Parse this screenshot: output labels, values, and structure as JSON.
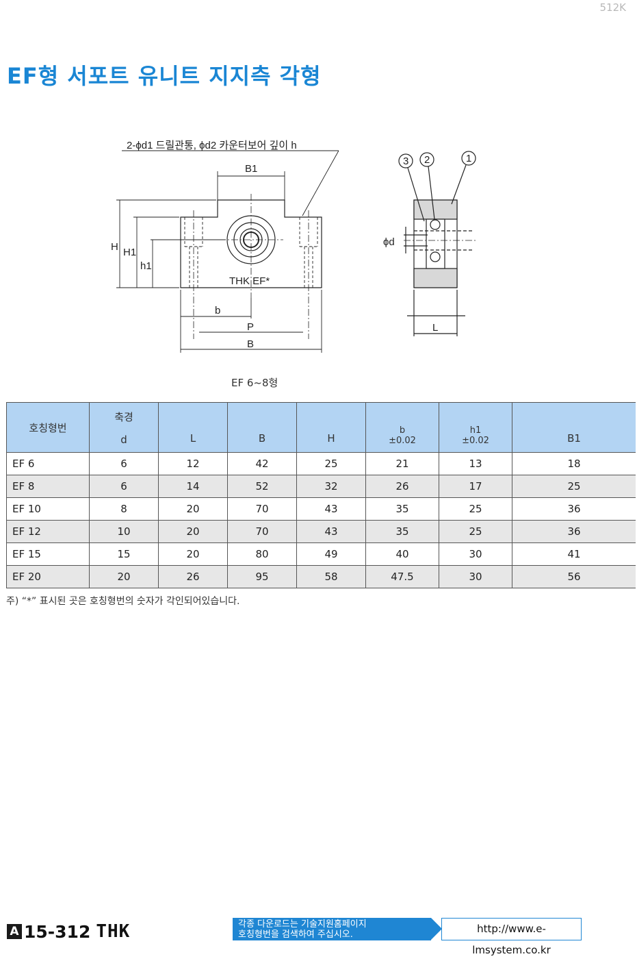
{
  "page_code": "512K",
  "title": "EF형 서포트 유니트 지지측 각형",
  "drawing": {
    "note": "2-ϕd1 드릴관통, ϕd2 카운터보어 깊이 h",
    "labels": {
      "B1": "B1",
      "H": "H",
      "H1": "H1",
      "h1": "h1",
      "b": "b",
      "P": "P",
      "B": "B",
      "mark": "THK EF*",
      "phid": "ϕd",
      "L": "L",
      "n1": "1",
      "n2": "2",
      "n3": "3"
    }
  },
  "caption": "EF 6~8형",
  "table": {
    "headers": {
      "model": "호칭형번",
      "shaft": "축경",
      "d": "d",
      "L": "L",
      "B": "B",
      "H": "H",
      "b": "b",
      "b_tol": "±0.02",
      "h1": "h1",
      "h1_tol": "±0.02",
      "B1": "B1"
    },
    "rows": [
      {
        "model": "EF 6",
        "d": "6",
        "L": "12",
        "B": "42",
        "H": "25",
        "b": "21",
        "h1": "13",
        "B1": "18"
      },
      {
        "model": "EF 8",
        "d": "6",
        "L": "14",
        "B": "52",
        "H": "32",
        "b": "26",
        "h1": "17",
        "B1": "25"
      },
      {
        "model": "EF 10",
        "d": "8",
        "L": "20",
        "B": "70",
        "H": "43",
        "b": "35",
        "h1": "25",
        "B1": "36"
      },
      {
        "model": "EF 12",
        "d": "10",
        "L": "20",
        "B": "70",
        "H": "43",
        "b": "35",
        "h1": "25",
        "B1": "36"
      },
      {
        "model": "EF 15",
        "d": "15",
        "L": "20",
        "B": "80",
        "H": "49",
        "b": "40",
        "h1": "30",
        "B1": "41"
      },
      {
        "model": "EF 20",
        "d": "20",
        "L": "26",
        "B": "95",
        "H": "58",
        "b": "47.5",
        "h1": "30",
        "B1": "56"
      }
    ]
  },
  "note": "주) “*” 표시된 곳은 호칭형번의 숫자가 각인되어있습니다.",
  "footer": {
    "section": "A",
    "page": "15-312",
    "brand": "THK",
    "download_text_1": "각종 다운로드는 기술지원홈페이지",
    "download_text_2": "호칭형번을 검색하여 주십시오.",
    "url": "http://www.e-lmsystem.co.kr"
  }
}
